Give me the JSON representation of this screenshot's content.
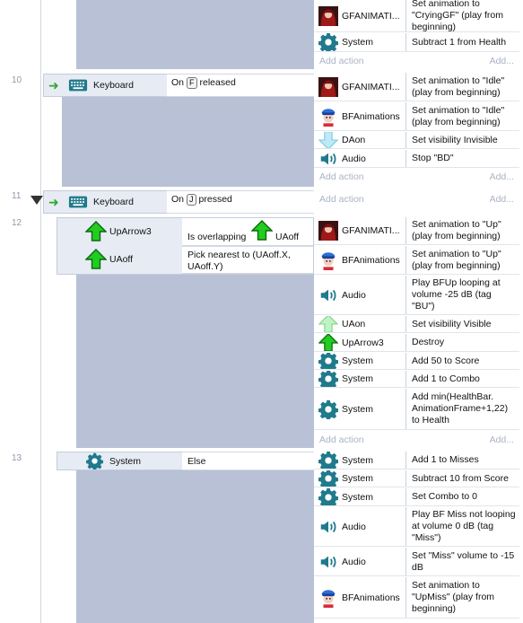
{
  "events": {
    "n10": "10",
    "n11": "11",
    "n12": "12",
    "n13": "13",
    "ev9": {
      "actions": [
        {
          "object": "GFANIMATI...",
          "icon": "gf-character-icon",
          "action": "Set animation to \"CryingGF\" (play from beginning)"
        },
        {
          "object": "System",
          "icon": "gear-icon",
          "action": "Subtract 1 from Health"
        }
      ],
      "add_action": "Add action",
      "add_more": "Add..."
    },
    "ev10": {
      "condition": {
        "object": "Keyboard",
        "prefix": "On",
        "key": "F",
        "suffix": "released"
      },
      "actions": [
        {
          "object": "GFANIMATI...",
          "icon": "gf-character-icon",
          "action": "Set animation to \"Idle\" (play from beginning)"
        },
        {
          "object": "BFAnimations",
          "icon": "bf-character-icon",
          "action": "Set animation to \"Idle\" (play from beginning)"
        },
        {
          "object": "DAon",
          "icon": "down-arrow-icon",
          "action": "Set visibility Invisible"
        },
        {
          "object": "Audio",
          "icon": "speaker-icon",
          "action": "Stop \"BD\""
        }
      ],
      "add_action": "Add action",
      "add_more": "Add..."
    },
    "ev11": {
      "condition": {
        "object": "Keyboard",
        "prefix": "On",
        "key": "J",
        "suffix": "pressed"
      },
      "add_action": "Add action",
      "add_more": "Add..."
    },
    "ev12": {
      "conditions": [
        {
          "object": "UpArrow3",
          "text_prefix": "Is overlapping",
          "text_object": "UAoff"
        },
        {
          "object": "UAoff",
          "text": "Pick nearest to (UAoff.X, UAoff.Y)"
        }
      ],
      "actions": [
        {
          "object": "GFANIMATI...",
          "icon": "gf-character-icon",
          "action": "Set animation to \"Up\" (play from beginning)"
        },
        {
          "object": "BFAnimations",
          "icon": "bf-character-icon",
          "action": "Set animation to \"Up\" (play from beginning)"
        },
        {
          "object": "Audio",
          "icon": "speaker-icon",
          "action": "Play BFUp looping at volume -25 dB (tag \"BU\")"
        },
        {
          "object": "UAon",
          "icon": "up-arrow-light-icon",
          "action": "Set visibility Visible"
        },
        {
          "object": "UpArrow3",
          "icon": "up-arrow-icon",
          "action": "Destroy"
        },
        {
          "object": "System",
          "icon": "gear-icon",
          "action": "Add 50 to Score"
        },
        {
          "object": "System",
          "icon": "gear-icon",
          "action": "Add 1 to Combo"
        },
        {
          "object": "System",
          "icon": "gear-icon",
          "action": "Add min(HealthBar. AnimationFrame+1,22) to Health"
        }
      ],
      "add_action": "Add action",
      "add_more": "Add..."
    },
    "ev13": {
      "condition": {
        "object": "System",
        "text": "Else"
      },
      "actions": [
        {
          "object": "System",
          "icon": "gear-icon",
          "action": "Add 1 to Misses"
        },
        {
          "object": "System",
          "icon": "gear-icon",
          "action": "Subtract 10 from Score"
        },
        {
          "object": "System",
          "icon": "gear-icon",
          "action": "Set Combo to 0"
        },
        {
          "object": "Audio",
          "icon": "speaker-icon",
          "action": "Play BF Miss not looping at volume 0 dB (tag \"Miss\")"
        },
        {
          "object": "Audio",
          "icon": "speaker-icon",
          "action": "Set \"Miss\" volume to -15 dB"
        },
        {
          "object": "BFAnimations",
          "icon": "bf-character-icon",
          "action": "Set animation to \"UpMiss\" (play from beginning)"
        }
      ]
    }
  },
  "colors": {
    "gutter": "#b8c1d6",
    "condition_bg": "#e6ebf4",
    "arrow_green": "#2fa82f",
    "gear": "#1f7a8c"
  }
}
